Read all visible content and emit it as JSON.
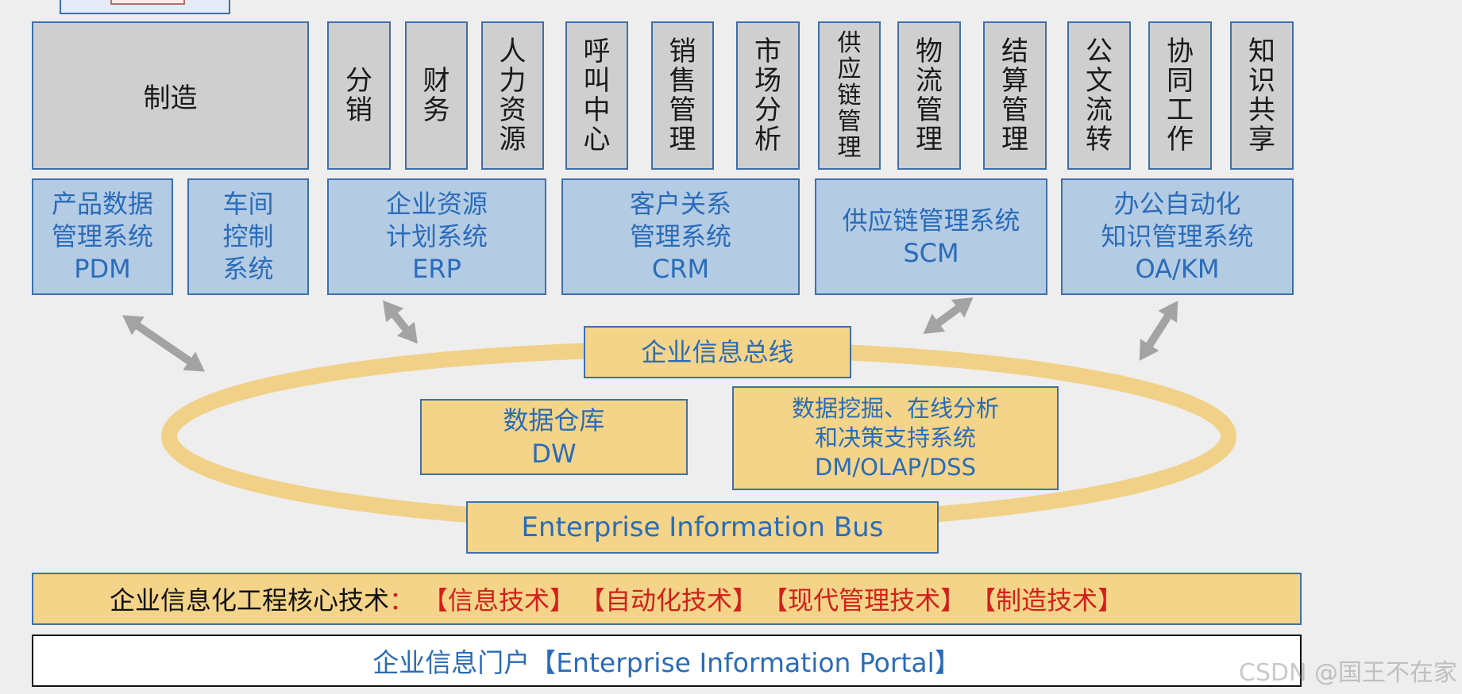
{
  "top_row": {
    "manufacturing": "制造",
    "functions": [
      "分销",
      "财务",
      "人力资源",
      "呼叫中心",
      "销售管理",
      "市场分析",
      "供应链管理",
      "物流管理",
      "结算管理",
      "公文流转",
      "协同工作",
      "知识共享"
    ]
  },
  "systems": {
    "pdm": [
      "产品数据",
      "管理系统",
      "PDM"
    ],
    "shop": [
      "车间",
      "控制",
      "系统"
    ],
    "erp": [
      "企业资源",
      "计划系统",
      "ERP"
    ],
    "crm": [
      "客户关系",
      "管理系统",
      "CRM"
    ],
    "scm": [
      "供应链管理系统",
      "SCM"
    ],
    "oakm": [
      "办公自动化",
      "知识管理系统",
      "OA/KM"
    ]
  },
  "bus": {
    "title_cn": "企业信息总线",
    "title_en": "Enterprise Information Bus",
    "dw": [
      "数据仓库",
      "DW"
    ],
    "dm": [
      "数据挖掘、在线分析",
      "和决策支持系统",
      "DM/OLAP/DSS"
    ]
  },
  "core_tech": {
    "label": "企业信息化工程核心技术",
    "colon": "：",
    "items": [
      "【信息技术】",
      "【自动化技术】",
      "【现代管理技术】",
      "【制造技术】"
    ]
  },
  "portal": "企业信息门户【Enterprise Information Portal】",
  "watermark": "CSDN @国王不在家",
  "colors": {
    "gray_box": "#cfcfcf",
    "blue_box": "#b4cbe4",
    "yellow_box": "#f3d488",
    "border": "#3f6fa8",
    "text_blue": "#2a6cb8",
    "red": "#d2201c",
    "arrow": "#a3a3a3",
    "ring": "#f1d088"
  }
}
